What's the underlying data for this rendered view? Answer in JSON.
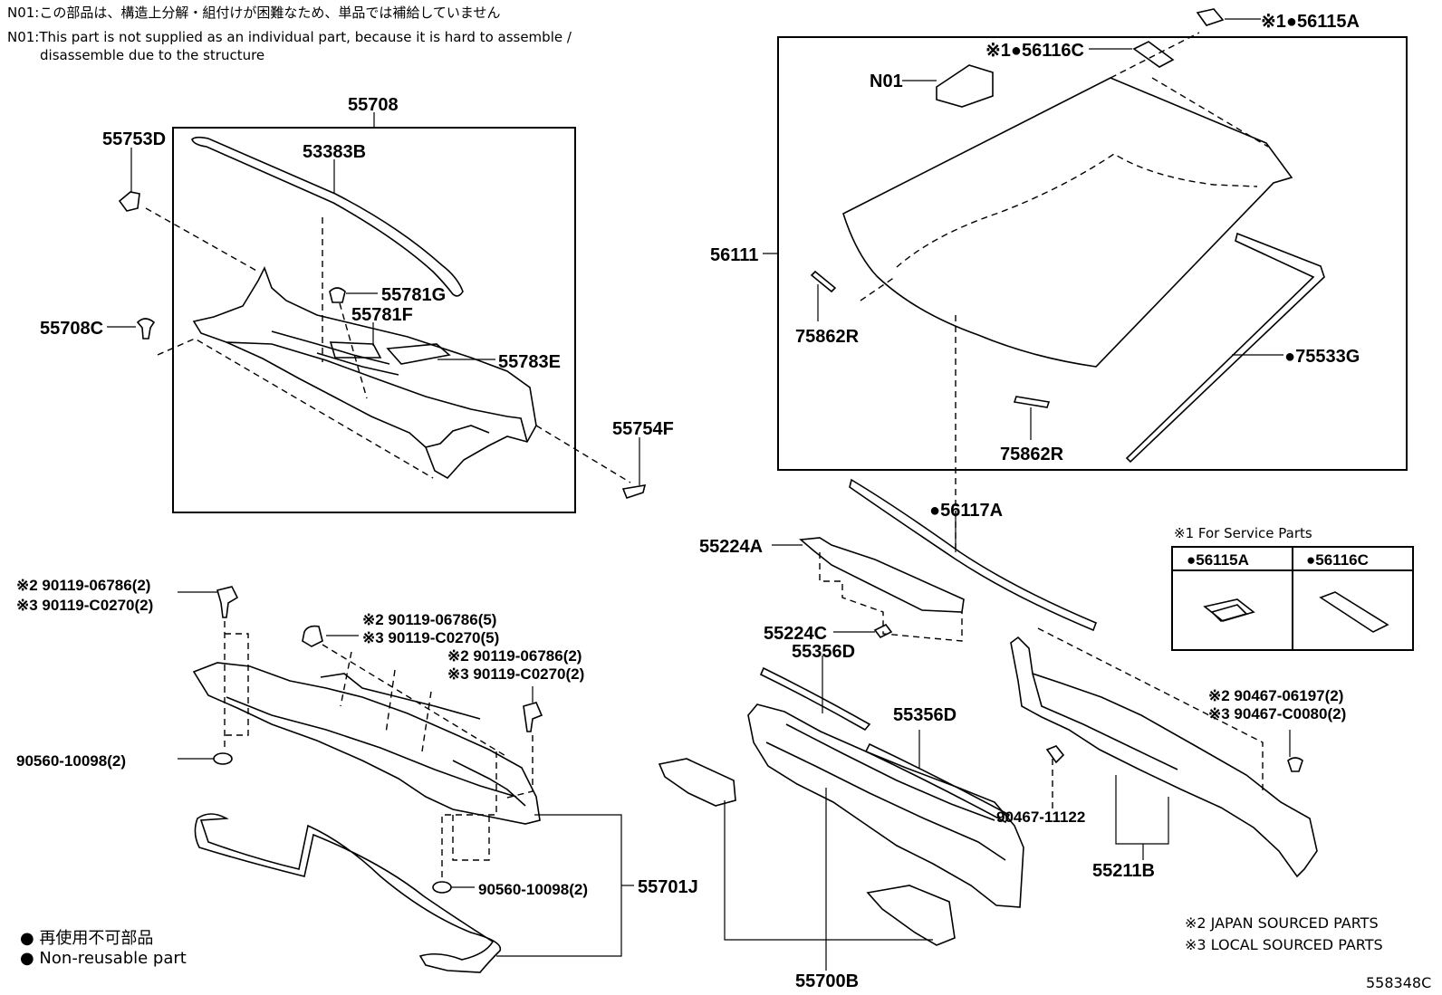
{
  "notes": {
    "n01_jp": "N01:この部品は、構造上分解・組付けが困難なため、単品では補給していません",
    "n01_en_1": "N01:This part is not supplied as an individual part, because it is hard to assemble /",
    "n01_en_2": "disassemble due to the structure"
  },
  "labels": {
    "l55708": "55708",
    "l55753D": "55753D",
    "l53383B": "53383B",
    "l55781G": "55781G",
    "l55781F": "55781F",
    "l55708C": "55708C",
    "l55783E": "55783E",
    "l55754F": "55754F",
    "l56115A_top": "※1●56115A",
    "l56116C_top": "※1●56116C",
    "lN01": "N01",
    "l56111": "56111",
    "l75862R_a": "75862R",
    "l75533G": "●75533G",
    "l75862R_b": "75862R",
    "l56117A": "●56117A",
    "l55224A": "55224A",
    "l55224C": "55224C",
    "l55356D_a": "55356D",
    "l55356D_b": "55356D",
    "l90467_11122": "90467-11122",
    "l55211B": "55211B",
    "l55700B": "55700B",
    "l55701J": "55701J",
    "bolt1_a": "※2 90119-06786(2)",
    "bolt1_b": "※3 90119-C0270(2)",
    "bolt2_a": "※2 90119-06786(5)",
    "bolt2_b": "※3 90119-C0270(5)",
    "bolt3_a": "※2 90119-06786(2)",
    "bolt3_b": "※3 90119-C0270(2)",
    "grommet_a": "90560-10098(2)",
    "grommet_b": "90560-10098(2)",
    "clip_a": "※2 90467-06197(2)",
    "clip_b": "※3 90467-C0080(2)",
    "service_title": "※1 For Service Parts",
    "service_col1": "●56115A",
    "service_col2": "●56116C",
    "japan": "※2 JAPAN SOURCED PARTS",
    "local": "※3 LOCAL SOURCED PARTS",
    "legend_jp": "● 再使用不可部品",
    "legend_en": "● Non-reusable part",
    "illus_no": "558348C"
  }
}
